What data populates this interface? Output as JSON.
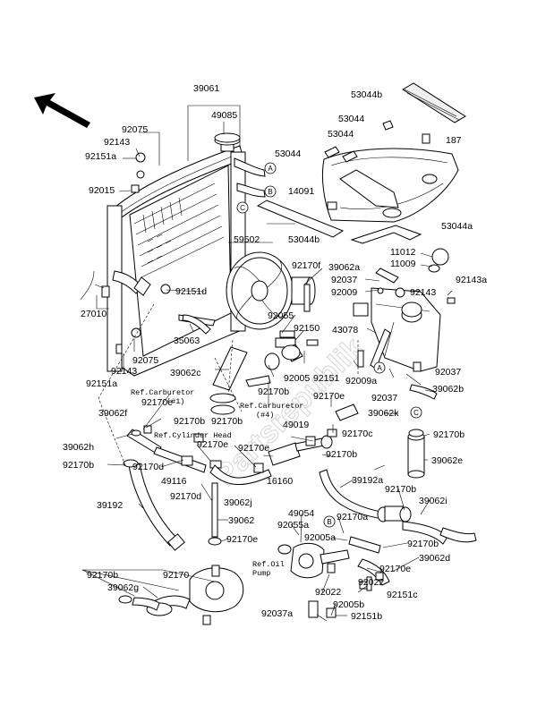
{
  "watermark": "Partsrepublik",
  "callout_letters": [
    "A",
    "B",
    "C",
    "A",
    "B",
    "C"
  ],
  "ref_notes": {
    "carb1": [
      "Ref.Carburetor",
      "(#1)"
    ],
    "cyl_head": "Ref.Cylinder Head",
    "carb4": [
      "Ref.Carburetor",
      "(#4)"
    ],
    "oil_pump": [
      "Ref.Oil",
      "Pump"
    ]
  },
  "labels": [
    "39061",
    "49085",
    "92075",
    "92143",
    "92151a",
    "92015",
    "53044b",
    "53044",
    "53044",
    "53044",
    "187",
    "14091",
    "53044b",
    "53044a",
    "59502",
    "92170f",
    "39062a",
    "11012",
    "11009",
    "92037",
    "92009",
    "92143",
    "92143a",
    "27010",
    "92151d",
    "92055",
    "43078",
    "35063",
    "92150",
    "92143",
    "92075",
    "92151a",
    "39062c",
    "92005",
    "92151",
    "92009a",
    "92037",
    "92170b",
    "92037",
    "39062b",
    "92170e",
    "92170b",
    "39062f",
    "39062k",
    "92170e",
    "92170b",
    "49019",
    "92170c",
    "92170b",
    "39062h",
    "92170e",
    "92170e",
    "92170b",
    "92170b",
    "92170d",
    "16160",
    "39062e",
    "49116",
    "92170d",
    "39062j",
    "39192a",
    "92170b",
    "39192",
    "39062",
    "49054",
    "39062i",
    "92055a",
    "92170a",
    "92005a",
    "92170b",
    "92170e",
    "39062d",
    "92170e",
    "92170b",
    "92170",
    "39062g",
    "92022",
    "92022",
    "92151c",
    "92005b",
    "92037a",
    "92151b"
  ]
}
